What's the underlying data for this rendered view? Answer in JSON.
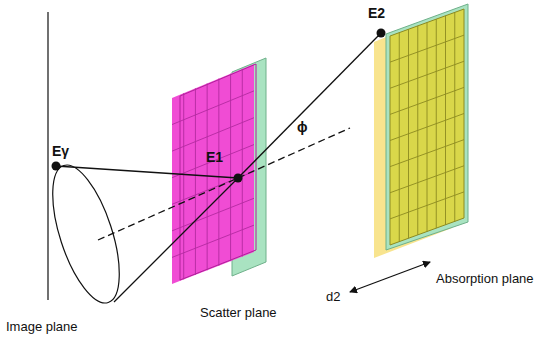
{
  "diagram": {
    "labels": [
      "Eγ",
      "E1",
      "E2",
      "ϕ",
      "d2",
      "Absorption plane",
      "Scatter plane",
      "Image plane"
    ]
  }
}
